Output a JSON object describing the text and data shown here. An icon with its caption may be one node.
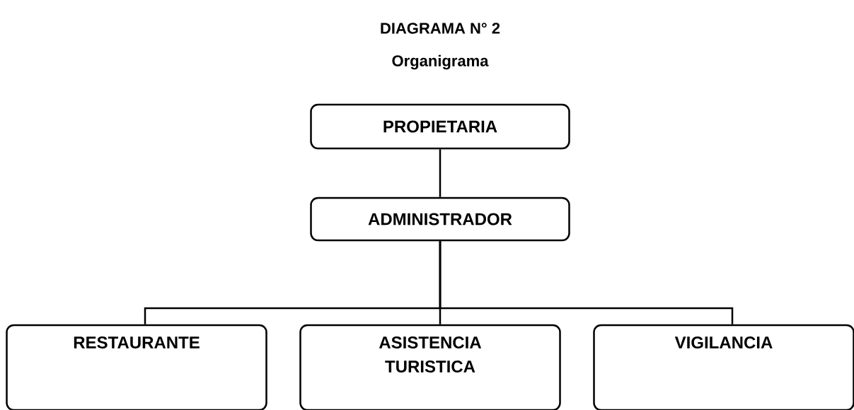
{
  "diagram": {
    "title": "DIAGRAMA N° 2",
    "nodes": [
      {
        "text": [
          "PROPIETARIA"
        ]
      },
      {
        "text": [
          "ADMINISTRADOR"
        ]
      },
      {
        "text": [
          "RESTAURANTE"
        ]
      },
      {
        "text": [
          "ASISTENCIA TURISTICA"
        ]
      },
      {
        "text": [
          "VIGILANCIA"
        ]
      }
    ],
    "edges": [
      {
        "from": 0,
        "to": 1,
        "arrow": "none"
      },
      {
        "from": 1,
        "to": 2,
        "arrow": "none"
      },
      {
        "from": 1,
        "to": 3,
        "arrow": "none"
      },
      {
        "from": 1,
        "to": 4,
        "arrow": "none"
      }
    ],
    "labels": [
      "Organigrama"
    ]
  }
}
